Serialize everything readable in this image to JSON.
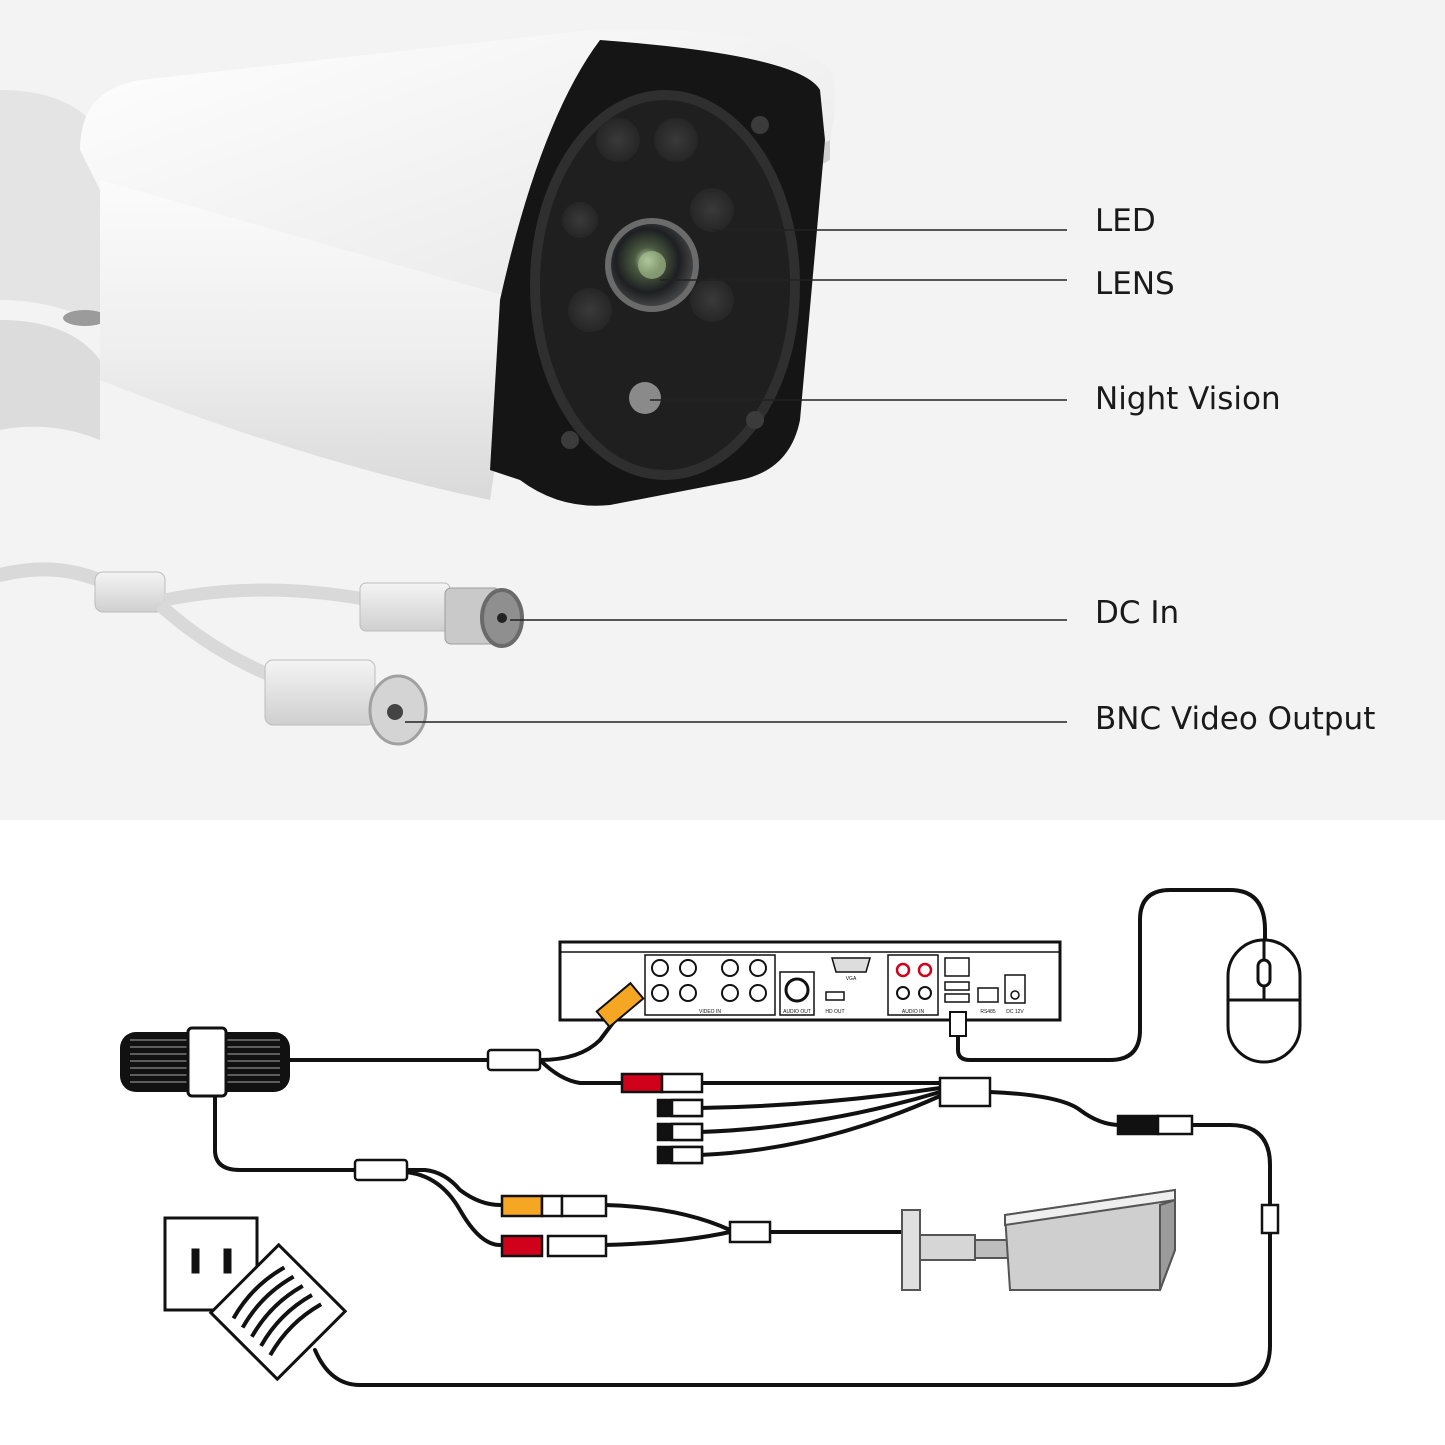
{
  "callouts": {
    "led": "LED",
    "lens": "LENS",
    "night_vision": "Night Vision",
    "dc_in": "DC In",
    "bnc_video_output": "BNC Video Output"
  },
  "dvr_panel": {
    "video_in": "VIDEO IN",
    "vga": "VGA",
    "audio_out": "AUDIO OUT",
    "hd_out": "HD OUT",
    "audio_in": "AUDIO IN",
    "rs485": "RS485",
    "dc12v": "DC 12V"
  },
  "colors": {
    "background_top": "#f3f3f3",
    "camera_body": "#f2f2f2",
    "camera_face": "#151515",
    "rca_yellow": "#f5a623",
    "rca_red": "#d0021b",
    "line": "#111111"
  }
}
